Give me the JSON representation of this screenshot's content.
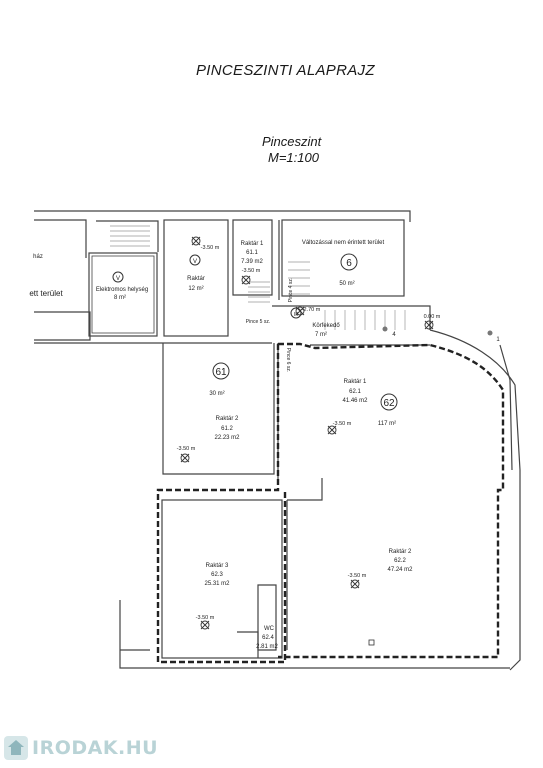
{
  "title": "PINCESZINTI ALAPRAJZ",
  "subtitle": {
    "line1": "Pinceszint",
    "line2": "M=1:100"
  },
  "rooms": {
    "haz": {
      "label": "ház"
    },
    "terulet_left": {
      "label": "ett terület"
    },
    "elektromos": {
      "marker": "V",
      "name": "Elektromos helység",
      "area": "8 m²"
    },
    "raktar_top": {
      "marker": "V",
      "name": "Raktár",
      "area": "12 m²",
      "level": "-3.50 m"
    },
    "raktar1_61": {
      "name": "Raktár 1",
      "code": "61.1",
      "area": "7.39 m2",
      "level": "-3.50 m"
    },
    "valtozassal": {
      "name": "Változással nem érintett terület",
      "number": "6",
      "area": "50 m²"
    },
    "stairs": {
      "pince5": "Pince 5 sz.",
      "pince4": "Pince 4 sz.",
      "pince6": "Pince 6 sz."
    },
    "korfekedo": {
      "marker": "III",
      "name": "Körfekedő",
      "area": "7 m²",
      "level": "-2.70 m"
    },
    "unit61": {
      "number": "61",
      "area": "30 m²"
    },
    "raktar2_61": {
      "name": "Raktár 2",
      "code": "61.2",
      "area": "22.23 m2",
      "level": "-3.50 m"
    },
    "raktar1_62": {
      "name": "Raktár 1",
      "code": "62.1",
      "area": "41.46 m2",
      "level": "-3.50 m"
    },
    "unit62": {
      "number": "62",
      "area": "117 m²"
    },
    "raktar3_62": {
      "name": "Raktár 3",
      "code": "62.3",
      "area": "25.31 m2",
      "level": "-3.50 m"
    },
    "raktar2_62": {
      "name": "Raktár 2",
      "code": "62.2",
      "area": "47.24 m2",
      "level": "-3.50 m"
    },
    "wc": {
      "name": "WC",
      "code": "62.4",
      "area": "2.81 m2"
    },
    "outside": {
      "level": "0.00 m",
      "point4": "4",
      "point1": "1"
    }
  },
  "watermark": {
    "text": "IRODAK.HU"
  }
}
